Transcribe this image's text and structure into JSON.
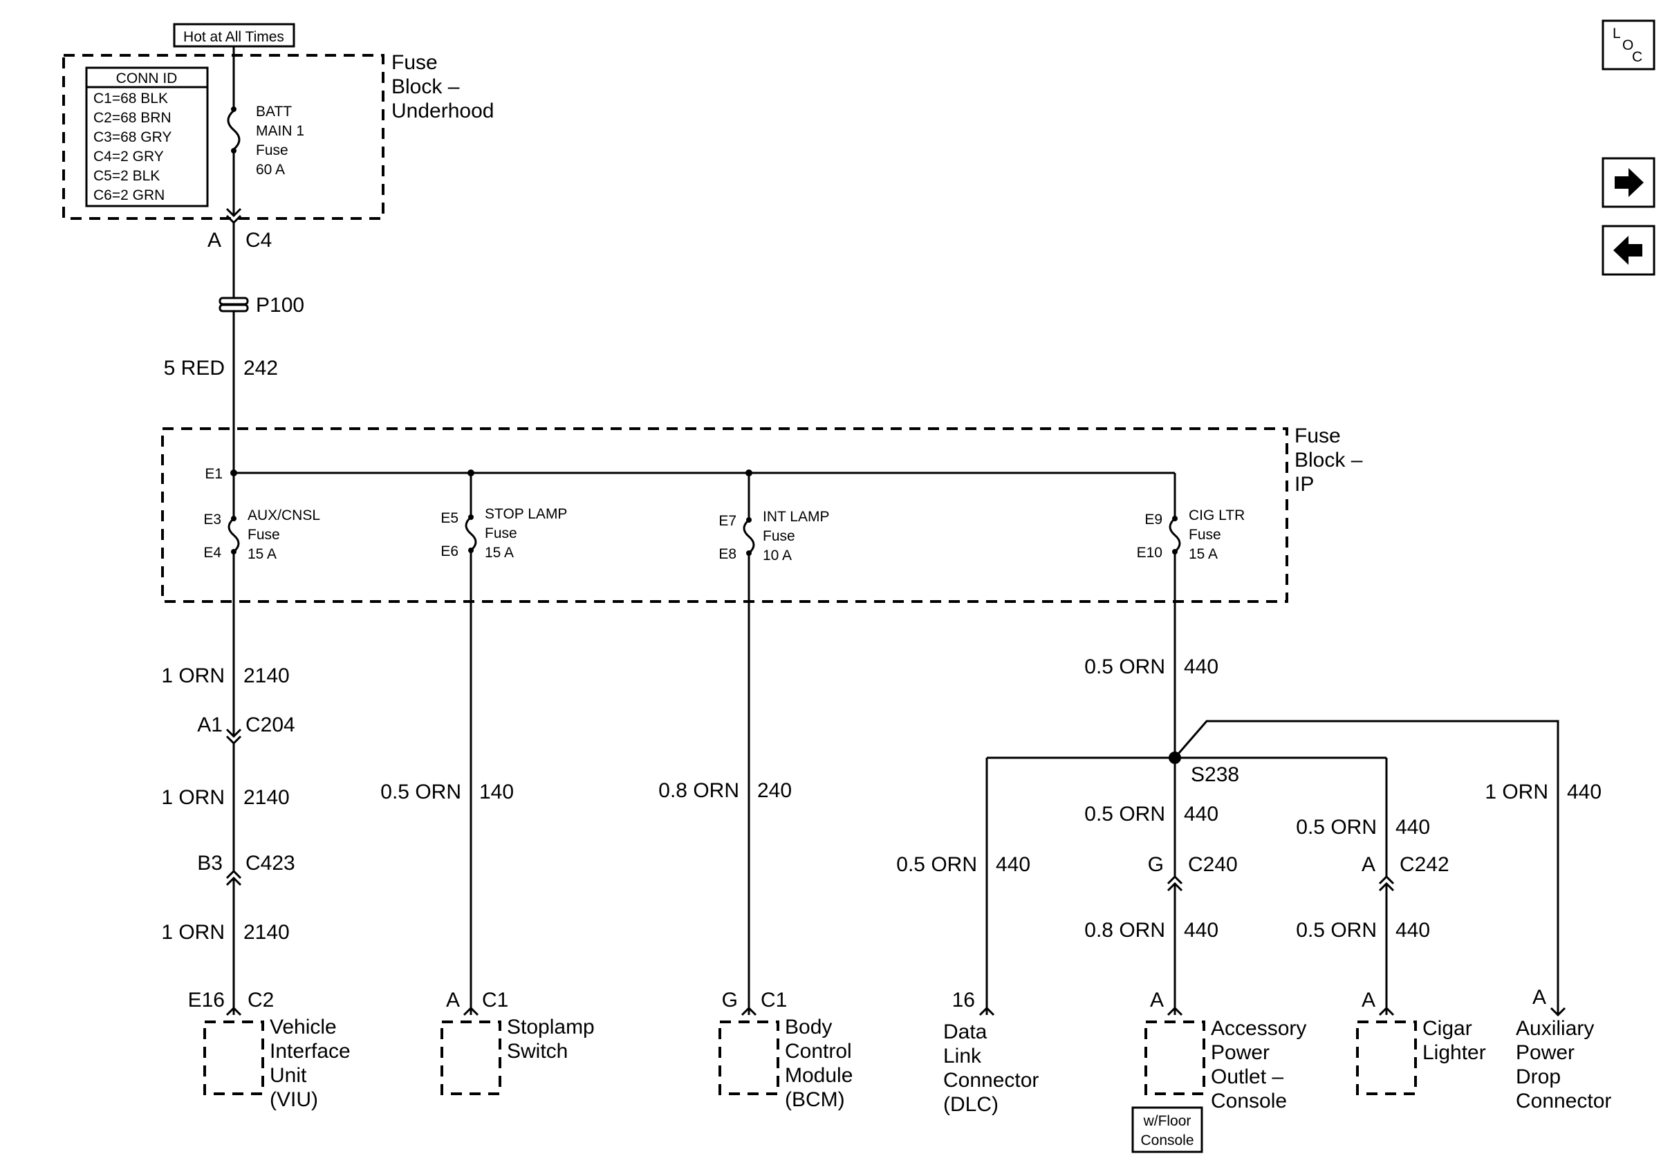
{
  "hot_label": "Hot at All Times",
  "conn_table": {
    "header": "CONN ID",
    "rows": [
      "C1=68 BLK",
      "C2=68 BRN",
      "C3=68 GRY",
      "C4=2 GRY",
      "C5=2 BLK",
      "C6=2 GRN"
    ]
  },
  "underhood": {
    "title": [
      "Fuse",
      "Block –",
      "Underhood"
    ],
    "fuse": [
      "BATT",
      "MAIN 1",
      "Fuse",
      "60 A"
    ],
    "conn_left": "A",
    "conn_right": "C4"
  },
  "p100": "P100",
  "feed_wire": {
    "gauge": "5 RED",
    "circuit": "242"
  },
  "ip_block": {
    "title": [
      "Fuse",
      "Block –",
      "IP"
    ],
    "bus_terminal": "E1",
    "fuses": [
      {
        "in": "E3",
        "out": "E4",
        "label": [
          "AUX/CNSL",
          "Fuse",
          "15 A"
        ]
      },
      {
        "in": "E5",
        "out": "E6",
        "label": [
          "STOP LAMP",
          "Fuse",
          "15 A"
        ]
      },
      {
        "in": "E7",
        "out": "E8",
        "label": [
          "INT LAMP",
          "Fuse",
          "10 A"
        ]
      },
      {
        "in": "E9",
        "out": "E10",
        "label": [
          "CIG LTR",
          "Fuse",
          "15 A"
        ]
      }
    ]
  },
  "branch1": {
    "wire_a": {
      "gauge": "1 ORN",
      "circuit": "2140"
    },
    "conn_a": {
      "pin": "A1",
      "id": "C204"
    },
    "wire_b": {
      "gauge": "1 ORN",
      "circuit": "2140"
    },
    "conn_b": {
      "pin": "B3",
      "id": "C423"
    },
    "wire_c": {
      "gauge": "1 ORN",
      "circuit": "2140"
    },
    "end_conn": {
      "pin": "E16",
      "id": "C2"
    },
    "component": [
      "Vehicle",
      "Interface",
      "Unit",
      "(VIU)"
    ]
  },
  "branch2": {
    "wire": {
      "gauge": "0.5 ORN",
      "circuit": "140"
    },
    "end_conn": {
      "pin": "A",
      "id": "C1"
    },
    "component": [
      "Stoplamp",
      "Switch"
    ]
  },
  "branch3": {
    "wire": {
      "gauge": "0.8 ORN",
      "circuit": "240"
    },
    "end_conn": {
      "pin": "G",
      "id": "C1"
    },
    "component": [
      "Body",
      "Control",
      "Module",
      "(BCM)"
    ]
  },
  "branch4": {
    "wire_main": {
      "gauge": "0.5 ORN",
      "circuit": "440"
    },
    "splice": "S238",
    "dlc": {
      "wire": {
        "gauge": "0.5 ORN",
        "circuit": "440"
      },
      "pin": "16",
      "component": [
        "Data",
        "Link",
        "Connector",
        "(DLC)"
      ]
    },
    "apo": {
      "wire_a": {
        "gauge": "0.5 ORN",
        "circuit": "440"
      },
      "conn": {
        "pin": "G",
        "id": "C240"
      },
      "wire_b": {
        "gauge": "0.8 ORN",
        "circuit": "440"
      },
      "pin": "A",
      "component": [
        "Accessory",
        "Power",
        "Outlet –",
        "Console"
      ],
      "note": [
        "w/Floor",
        "Console"
      ]
    },
    "cig": {
      "wire_a": {
        "gauge": "0.5 ORN",
        "circuit": "440"
      },
      "conn": {
        "pin": "A",
        "id": "C242"
      },
      "wire_b": {
        "gauge": "0.5 ORN",
        "circuit": "440"
      },
      "pin": "A",
      "component": [
        "Cigar",
        "Lighter"
      ]
    },
    "aux": {
      "wire": {
        "gauge": "1 ORN",
        "circuit": "440"
      },
      "pin": "A",
      "component": [
        "Auxiliary",
        "Power",
        "Drop",
        "Connector"
      ]
    }
  },
  "nav": {
    "loc": [
      "L",
      "O",
      "C"
    ],
    "next_icon": "arrow-right-icon",
    "prev_icon": "arrow-left-icon"
  }
}
